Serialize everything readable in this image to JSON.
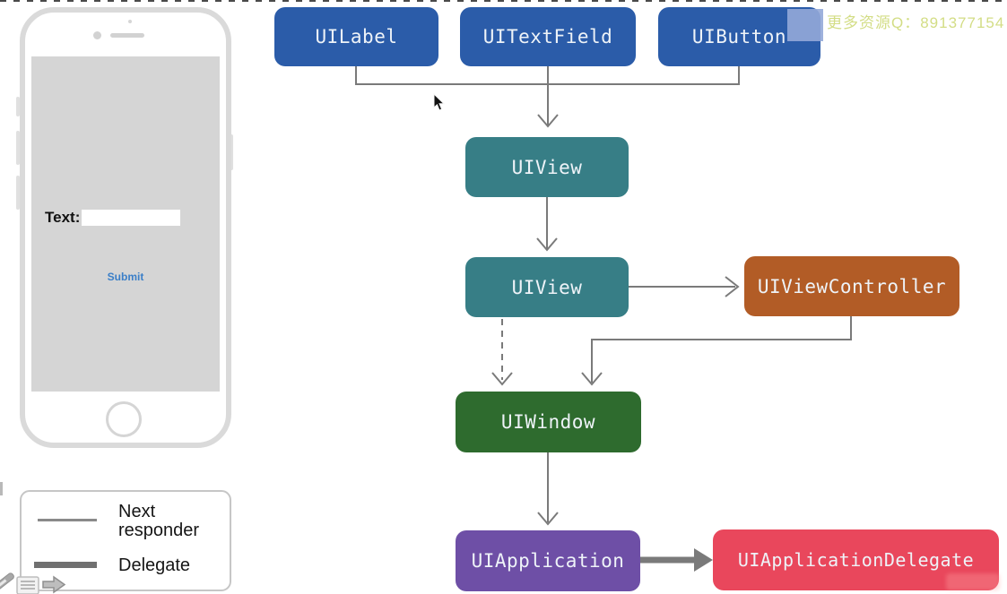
{
  "watermark": {
    "text": "更多资源Q：891377154",
    "color": "#d3dd85"
  },
  "phone": {
    "text_field_label": "Text:",
    "text_field_value": "",
    "submit_button_label": "Submit"
  },
  "legend": {
    "next_responder_label": "Next responder",
    "delegate_label": "Delegate"
  },
  "diagram": {
    "nodes": [
      {
        "label": "UILabel",
        "color": "#2b5ca9"
      },
      {
        "label": "UITextField",
        "color": "#2b5ca9"
      },
      {
        "label": "UIButton",
        "color": "#2b5ca9"
      },
      {
        "label": "UIView",
        "color": "#377e86"
      },
      {
        "label": "UIView",
        "color": "#377e86"
      },
      {
        "label": "UIViewController",
        "color": "#b25c26"
      },
      {
        "label": "UIWindow",
        "color": "#2e6b2e"
      },
      {
        "label": "UIApplication",
        "color": "#6e4fa6"
      },
      {
        "label": "UIApplicationDelegate",
        "color": "#e9475c"
      }
    ],
    "edges": [
      {
        "from": "UILabel",
        "to": "UIView",
        "type": "next-responder"
      },
      {
        "from": "UITextField",
        "to": "UIView",
        "type": "next-responder"
      },
      {
        "from": "UIButton",
        "to": "UIView",
        "type": "next-responder"
      },
      {
        "from": "UIView",
        "to": "UIView",
        "type": "next-responder"
      },
      {
        "from": "UIView",
        "to": "UIViewController",
        "type": "next-responder"
      },
      {
        "from": "UIView",
        "to": "UIWindow",
        "type": "next-responder-dashed"
      },
      {
        "from": "UIViewController",
        "to": "UIWindow",
        "type": "next-responder"
      },
      {
        "from": "UIWindow",
        "to": "UIApplication",
        "type": "next-responder"
      },
      {
        "from": "UIApplication",
        "to": "UIApplicationDelegate",
        "type": "delegate"
      }
    ],
    "wire_color": "#7a7a7a"
  }
}
